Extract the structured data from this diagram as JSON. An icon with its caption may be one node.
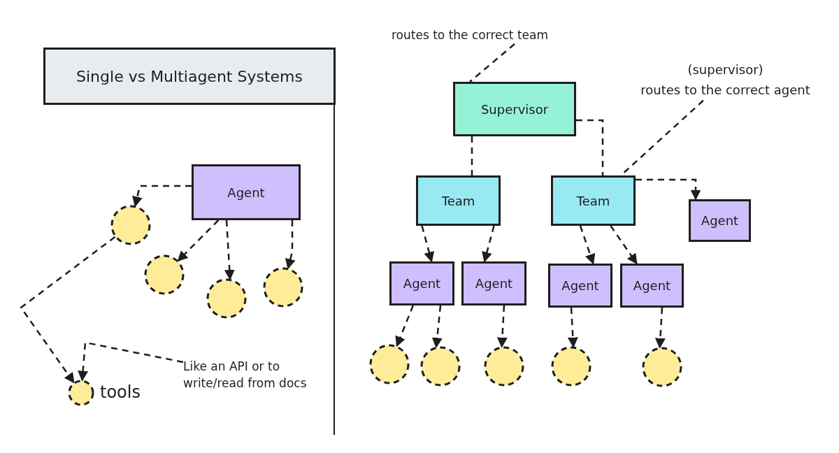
{
  "diagram": {
    "nodes": [
      {
        "text": [
          "Single vs Multiagent Systems"
        ]
      },
      {
        "text": [
          "Agent"
        ]
      },
      {
        "text": [],
        "shape": "circle"
      },
      {
        "text": [],
        "shape": "circle"
      },
      {
        "text": [],
        "shape": "circle"
      },
      {
        "text": [],
        "shape": "circle"
      },
      {
        "text": [],
        "shape": "circle",
        "beside": [
          "tools"
        ]
      },
      {
        "text": [
          "Like an API or to write/read from docs"
        ]
      },
      {
        "text": [
          "routes to the correct team"
        ]
      },
      {
        "text": [
          "Supervisor"
        ]
      },
      {
        "text": [
          "(supervisor)",
          "routes to the correct agent"
        ]
      },
      {
        "text": [
          "Team"
        ]
      },
      {
        "text": [
          "Team"
        ]
      },
      {
        "text": [
          "Agent"
        ]
      },
      {
        "text": [
          "Agent"
        ]
      },
      {
        "text": [
          "Agent"
        ]
      },
      {
        "text": [
          "Agent"
        ]
      },
      {
        "text": [
          "Agent"
        ]
      },
      {
        "text": [],
        "shape": "circle"
      },
      {
        "text": [],
        "shape": "circle"
      },
      {
        "text": [],
        "shape": "circle"
      },
      {
        "text": [],
        "shape": "circle"
      },
      {
        "text": [],
        "shape": "circle"
      }
    ],
    "edges": [
      {
        "from": 1,
        "to": 2,
        "arrow": "to",
        "style": "dashed"
      },
      {
        "from": 1,
        "to": 3,
        "arrow": "to",
        "style": "dashed"
      },
      {
        "from": 1,
        "to": 4,
        "arrow": "to",
        "style": "dashed"
      },
      {
        "from": 1,
        "to": 5,
        "arrow": "to",
        "style": "dashed"
      },
      {
        "from": 2,
        "to": 6,
        "arrow": "to",
        "style": "dashed"
      },
      {
        "from": 7,
        "to": 6,
        "arrow": "to",
        "style": "dashed"
      },
      {
        "from": 8,
        "to": 9,
        "arrow": "none",
        "style": "dashed"
      },
      {
        "from": 10,
        "to": 12,
        "arrow": "none",
        "style": "dashed"
      },
      {
        "from": 9,
        "to": 11,
        "arrow": "none",
        "style": "dashed"
      },
      {
        "from": 9,
        "to": 12,
        "arrow": "none",
        "style": "dashed"
      },
      {
        "from": 12,
        "to": 13,
        "arrow": "to",
        "style": "dashed"
      },
      {
        "from": 11,
        "to": 14,
        "arrow": "to",
        "style": "dashed"
      },
      {
        "from": 11,
        "to": 15,
        "arrow": "to",
        "style": "dashed"
      },
      {
        "from": 12,
        "to": 16,
        "arrow": "to",
        "style": "dashed"
      },
      {
        "from": 12,
        "to": 17,
        "arrow": "to",
        "style": "dashed"
      },
      {
        "from": 14,
        "to": 18,
        "arrow": "to",
        "style": "dashed"
      },
      {
        "from": 14,
        "to": 19,
        "arrow": "to",
        "style": "dashed"
      },
      {
        "from": 15,
        "to": 20,
        "arrow": "to",
        "style": "dashed"
      },
      {
        "from": 16,
        "to": 21,
        "arrow": "to",
        "style": "dashed"
      },
      {
        "from": 17,
        "to": 22,
        "arrow": "to",
        "style": "dashed"
      }
    ]
  }
}
